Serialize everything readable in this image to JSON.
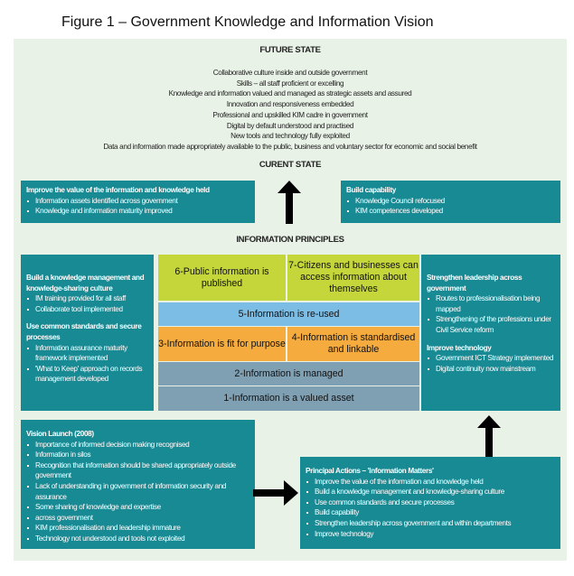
{
  "title": "Figure 1 – Government Knowledge and Information Vision",
  "future_state": {
    "heading": "FUTURE STATE",
    "lines": [
      "Collaborative culture inside and outside government",
      "Skills – all staff proficient or excelling",
      "Knowledge and information valued and managed as strategic assets and assured",
      "Innovation and responsiveness embedded",
      "Professional and upskilled KIM cadre in government",
      "Digital by default understood and practised",
      "New tools and technology fully exploited",
      "Data and information made appropriately available to the public, business and voluntary sector for economic and social benefit"
    ]
  },
  "current_state": {
    "heading": "CURENT STATE"
  },
  "top_left_box": {
    "title": "Improve the value of the information and knowledge held",
    "items": [
      "Information assets identified across government",
      "Knowledge and information maturity improved"
    ]
  },
  "top_right_box": {
    "title": "Build capability",
    "items": [
      "Knowledge Council refocused",
      "KIM competences developed"
    ]
  },
  "principles": {
    "heading": "INFORMATION PRINCIPLES",
    "p6": "6-Public information is published",
    "p7": "7-Citizens and businesses can access information about themselves",
    "p5": "5-Information is re-used",
    "p3": "3-Information is fit for purpose",
    "p4": "4-Information is standardised and linkable",
    "p2": "2-Information is managed",
    "p1": "1-Information is a valued asset"
  },
  "mid_left_box": {
    "title1": "Build a knowledge management and knowledge-sharing culture",
    "items1": [
      "IM training provided for all staff",
      "Collaborate tool implemented"
    ],
    "title2": "Use common standards and secure processes",
    "items2": [
      "Information assurance maturity framework implemented",
      "'What to Keep' approach on records management developed"
    ]
  },
  "mid_right_box": {
    "title1": "Strengthen leadership across government",
    "items1": [
      "Routes to professionalisation being mapped",
      "Strengthening of the professions under Civil Service reform"
    ],
    "title2": "Improve technology",
    "items2": [
      "Government ICT Strategy implemented",
      "Digital continuity now mainstream"
    ]
  },
  "vision_launch": {
    "title": "Vision Launch (2008)",
    "items": [
      "Importance of informed decision making recognised",
      "Information in silos",
      "Recognition that information should be shared appropriately outside government",
      "Lack of understanding in government of information security and assurance",
      "Some sharing of knowledge and expertise",
      "across government",
      "KIM professionalisation and leadership immature",
      "Technology not understood and tools not exploited"
    ]
  },
  "principal_actions": {
    "title": "Principal Actions – 'Information Matters'",
    "items": [
      "Improve the value of the information and knowledge held",
      "Build a knowledge management and knowledge-sharing culture",
      "Use common standards and secure processes",
      "Build capability",
      "Strengthen leadership across government and within departments",
      "Improve technology"
    ]
  },
  "colors": {
    "panel": "#e9f2e7",
    "teal": "#178a94",
    "green": "#c5d63b",
    "blue": "#7cbde6",
    "orange": "#f6ab3e",
    "grey": "#7f9fb3"
  }
}
